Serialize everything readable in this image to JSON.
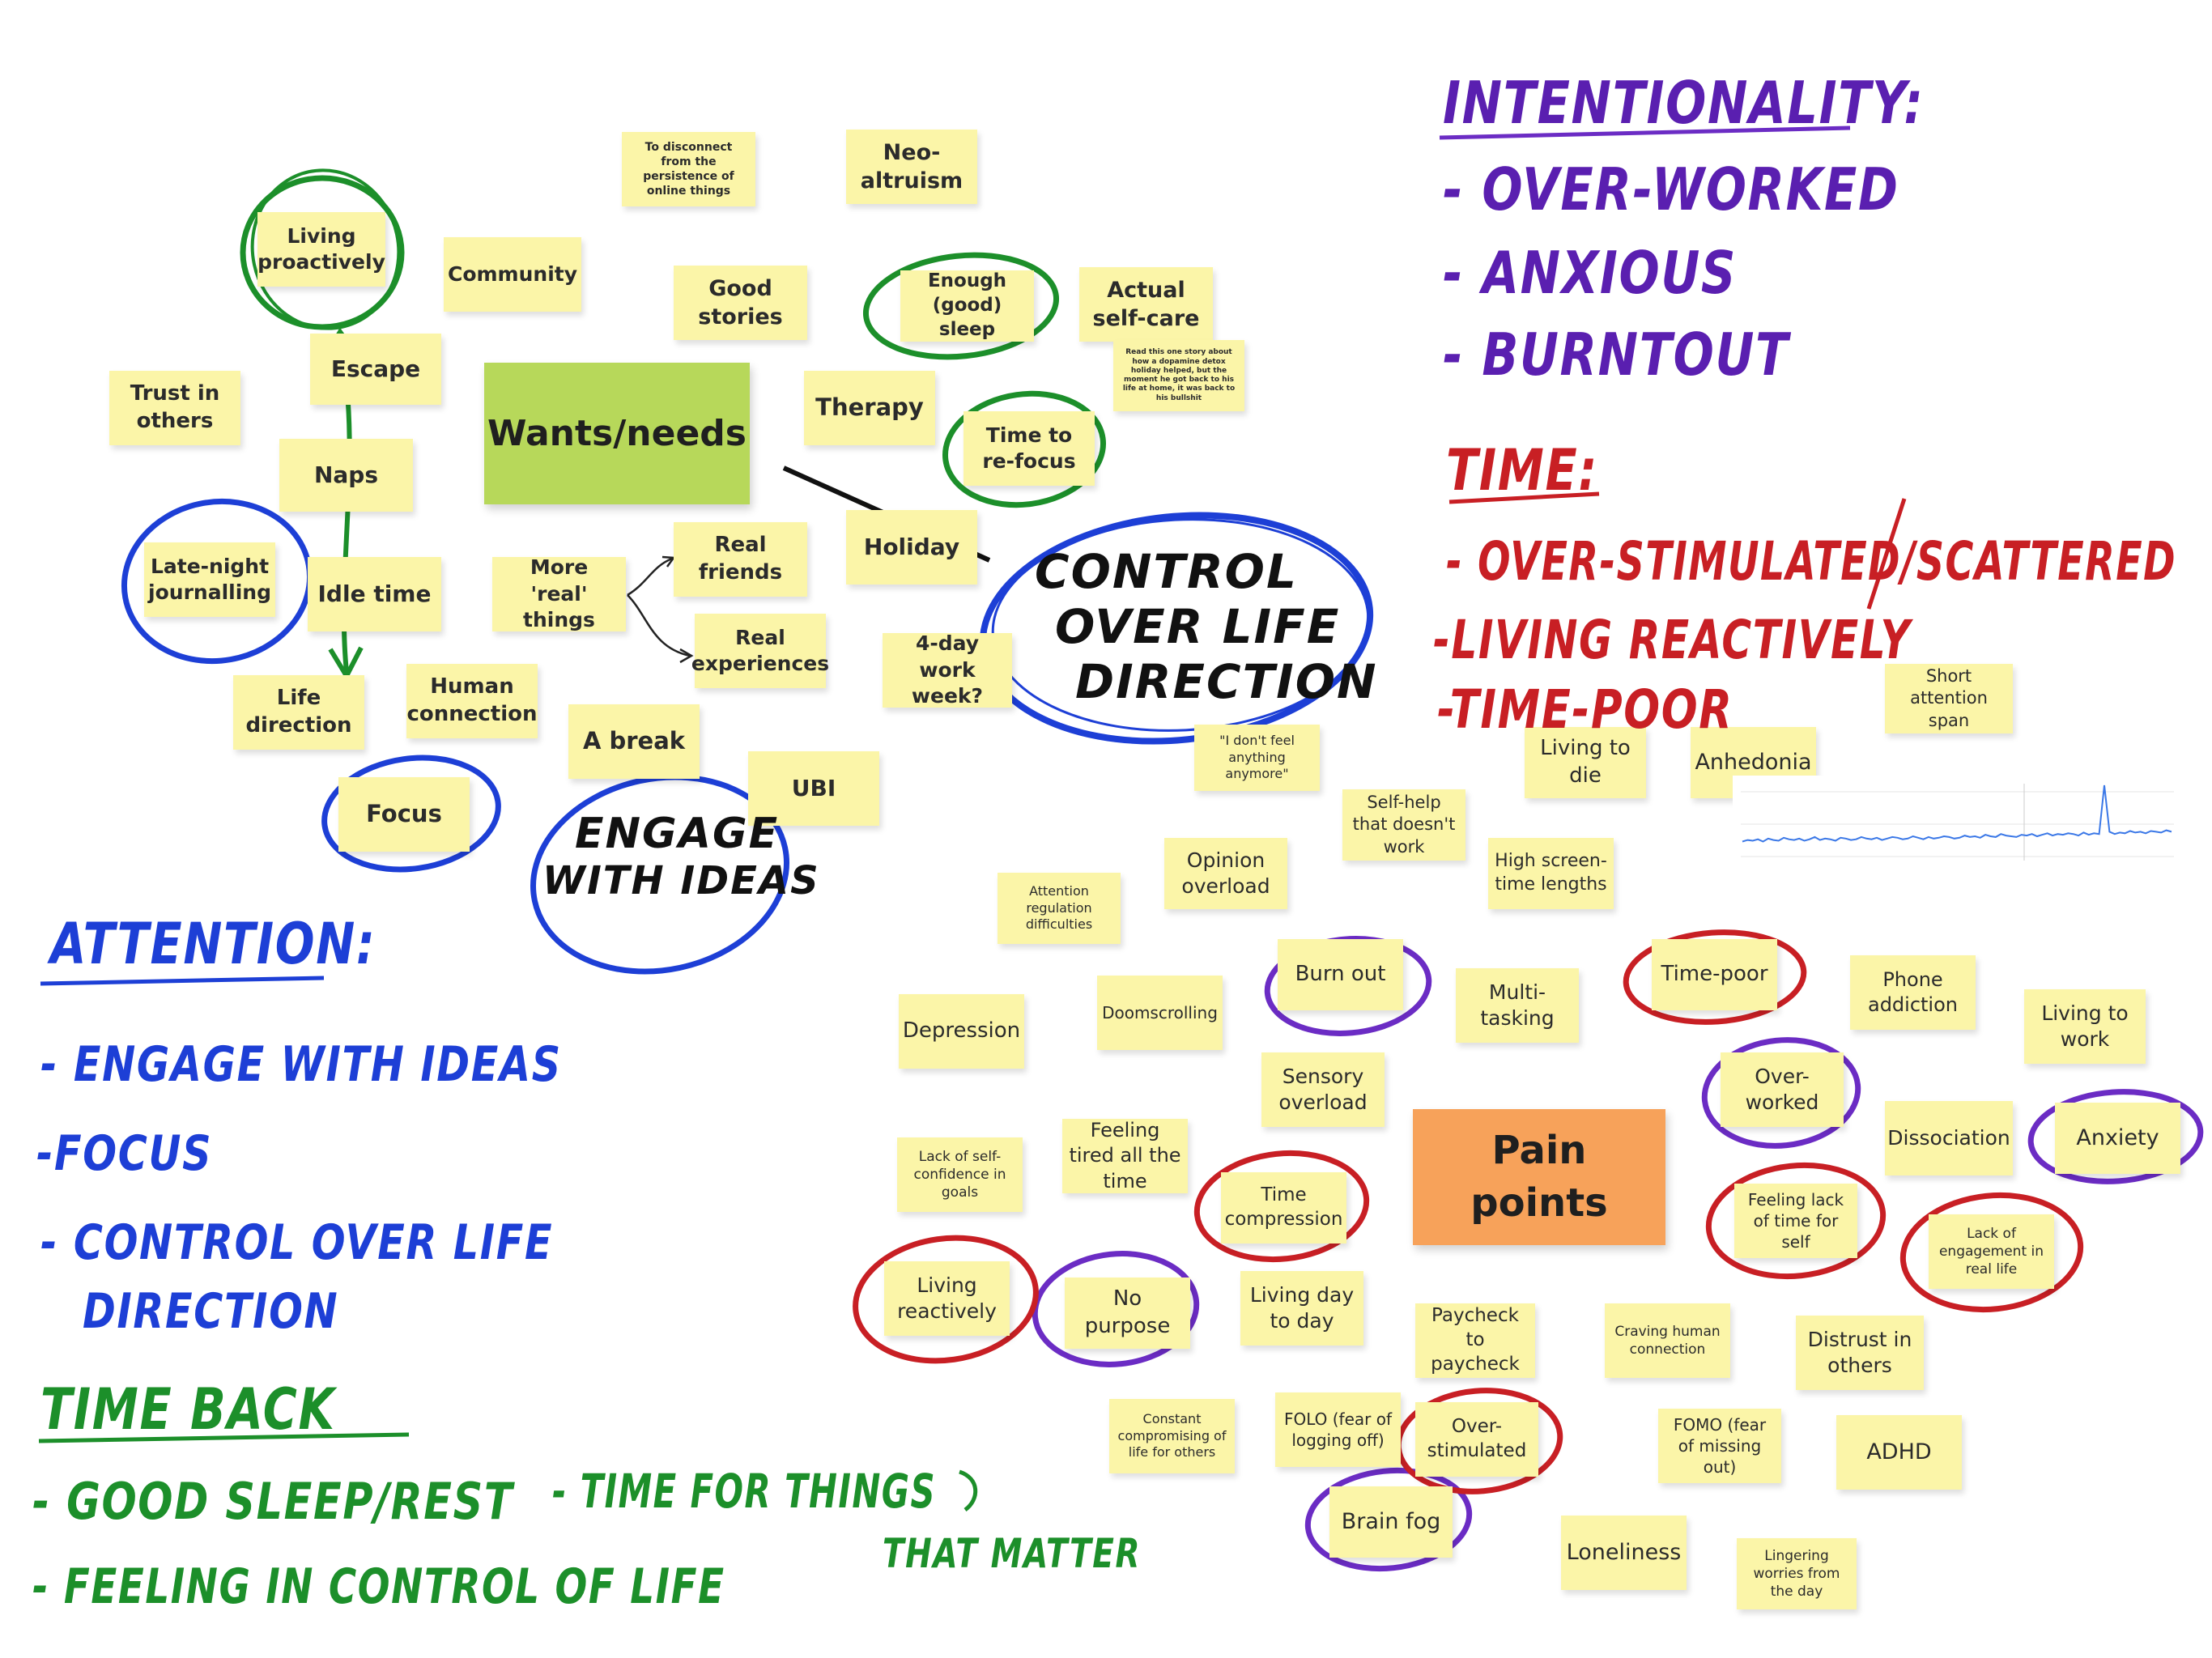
{
  "hubs": {
    "wants_needs": "Wants/needs",
    "pain_points": "Pain points"
  },
  "wants_notes": {
    "living_proactively": "Living proactively",
    "community": "Community",
    "to_disconnect": "To disconnect from the persistence of online things",
    "neo_altruism": "Neo-altruism",
    "good_stories": "Good stories",
    "enough_sleep": "Enough (good) sleep",
    "actual_self_care": "Actual self-care",
    "dopamine_detox_story": "Read this one story about how a dopamine detox holiday helped, but the moment he got back to his life at home, it was back to his bullshit",
    "trust_in_others": "Trust in others",
    "escape": "Escape",
    "therapy": "Therapy",
    "time_to_refocus": "Time to re-focus",
    "naps": "Naps",
    "real_friends": "Real friends",
    "holiday": "Holiday",
    "late_night_journalling": "Late-night journalling",
    "idle_time": "Idle time",
    "more_real_things": "More 'real' things",
    "real_experiences": "Real experiences",
    "four_day_week": "4-day work week?",
    "life_direction": "Life direction",
    "human_connection": "Human connection",
    "a_break": "A break",
    "ubi": "UBI",
    "focus": "Focus"
  },
  "pain_notes": {
    "short_attention_span": "Short attention span",
    "living_to_die": "Living to die",
    "anhedonia": "Anhedonia",
    "dont_feel_anything": "\"I don't feel anything anymore\"",
    "self_help": "Self-help that doesn't work",
    "opinion_overload": "Opinion overload",
    "high_screen_time": "High screen-time lengths",
    "attention_regulation": "Attention regulation difficulties",
    "burn_out": "Burn out",
    "multi_tasking": "Multi-tasking",
    "time_poor": "Time-poor",
    "phone_addiction": "Phone addiction",
    "living_to_work": "Living to work",
    "depression": "Depression",
    "doomscrolling": "Doomscrolling",
    "sensory_overload": "Sensory overload",
    "over_worked": "Over-worked",
    "dissociation": "Dissociation",
    "anxiety": "Anxiety",
    "lack_self_confidence": "Lack of self-confidence in goals",
    "feeling_tired": "Feeling tired all the time",
    "time_compression": "Time compression",
    "feeling_lack_time": "Feeling lack of time for self",
    "lack_engagement": "Lack of engagement in real life",
    "living_reactively": "Living reactively",
    "no_purpose": "No purpose",
    "living_day_to_day": "Living day to day",
    "paycheck": "Paycheck to paycheck",
    "craving_human": "Craving human connection",
    "distrust": "Distrust in others",
    "constant_compromising": "Constant compromising of life for others",
    "folo": "FOLO (fear of logging off)",
    "over_stimulated": "Over-stimulated",
    "fomo": "FOMO (fear of missing out)",
    "adhd": "ADHD",
    "brain_fog": "Brain fog",
    "loneliness": "Loneliness",
    "lingering_worries": "Lingering worries from the day"
  },
  "handwriting": {
    "control_over_life": [
      "CONTROL",
      "OVER LIFE",
      "DIRECTION"
    ],
    "engage_with_ideas": [
      "ENGAGE",
      "WITH IDEAS"
    ],
    "intentionality_heading": "INTENTIONALITY:",
    "intentionality_items": [
      "- OVER-WORKED",
      "- ANXIOUS",
      "- BURNTOUT"
    ],
    "time_heading": "TIME:",
    "time_items": [
      "- OVER-STIMULATED/SCATTERED",
      "-LIVING REACTIVELY",
      "-TIME-POOR"
    ],
    "attention_heading": "ATTENTION:",
    "attention_items": [
      "- ENGAGE WITH IDEAS",
      "-FOCUS",
      "- CONTROL OVER LIFE",
      "DIRECTION"
    ],
    "time_back_heading": "TIME BACK",
    "time_back_items": [
      "- GOOD SLEEP/REST",
      "- TIME FOR THINGS",
      "THAT MATTER",
      "- FEELING IN CONTROL OF LIFE"
    ]
  },
  "colors": {
    "sticky": "#fbf5a8",
    "wants_hub": "#b7d85a",
    "pain_hub": "#f7a25a",
    "ink_green": "#1c8f2a",
    "ink_blue": "#1d3fd6",
    "ink_purple": "#6b2cc4",
    "ink_red": "#c81f24",
    "ink_black": "#111111"
  },
  "trend_chart": {
    "values": [
      20,
      22,
      21,
      23,
      20,
      24,
      22,
      21,
      25,
      23,
      22,
      24,
      21,
      23,
      26,
      22,
      24,
      23,
      21,
      25,
      24,
      22,
      23,
      26,
      24,
      23,
      25,
      22,
      24,
      26,
      25,
      23,
      24,
      27,
      25,
      23,
      26,
      24,
      25,
      27,
      26,
      24,
      25,
      28,
      26,
      27,
      25,
      29,
      27,
      26,
      30,
      28,
      27,
      26,
      29,
      28,
      30,
      27,
      29,
      31,
      28,
      30,
      29,
      31,
      30,
      28,
      32,
      29,
      31,
      30,
      95,
      33,
      30,
      32,
      31,
      34,
      32,
      33,
      31,
      34,
      33,
      32,
      35,
      33
    ]
  }
}
